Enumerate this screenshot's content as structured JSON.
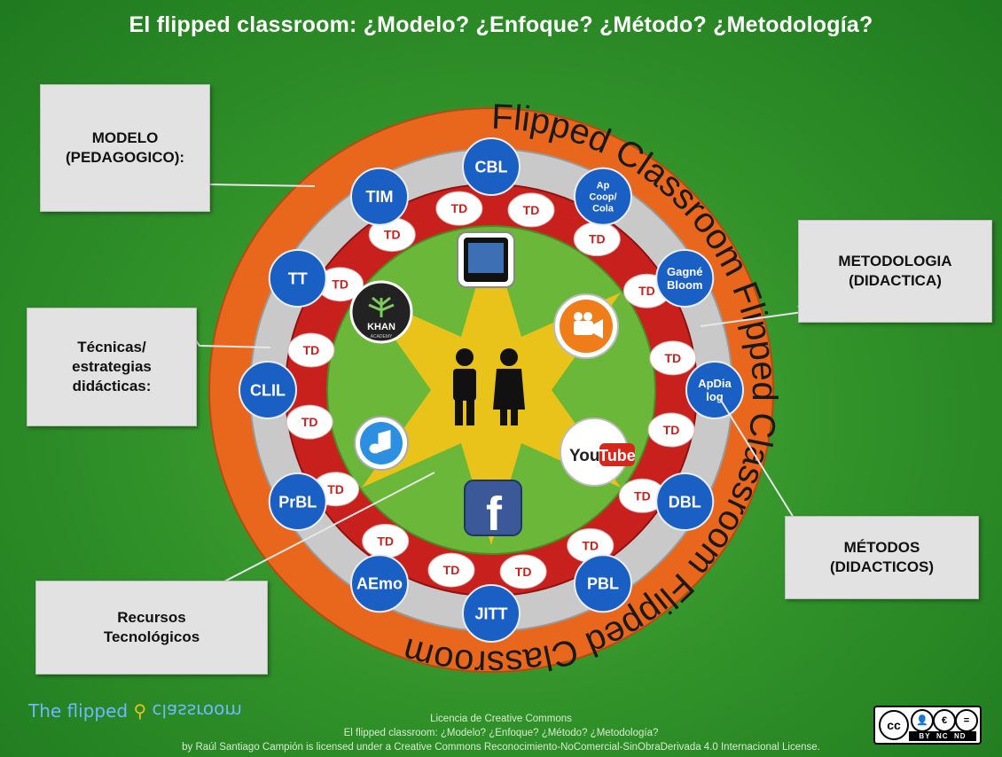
{
  "title": "El flipped classroom: ¿Modelo? ¿Enfoque? ¿Método? ¿Metodología?",
  "ring_words": [
    "Flipped",
    "Classroom",
    "Flipped",
    "Classroom",
    "Flipped",
    "Classroom"
  ],
  "methods": [
    "CBL",
    "Ap\nCoop/\nCola",
    "Gagné\nBloom",
    "ApDia\nlog",
    "DBL",
    "PBL",
    "JITT",
    "AEmo",
    "PrBL",
    "CLIL",
    "TT",
    "TIM"
  ],
  "td_label": "TD",
  "resources": {
    "khan": "KHAN",
    "khan_sub": "ACADEMY",
    "youtube_you": "You",
    "youtube_tube": "Tube",
    "facebook": "f"
  },
  "labels": {
    "modelo": "MODELO\n(PEDAGOGICO):",
    "metodologia": "METODOLOGIA\n(DIDACTICA)",
    "tecnicas": "Técnicas/\nestrategias\ndidácticas:",
    "metodos": "MÉTODOS\n(DIDACTICOS)",
    "recursos": "Recursos\nTecnológicos"
  },
  "footer": {
    "brand_left": "The flipped",
    "brand_right": "classroom",
    "license_title": "Licencia de Creative Commons",
    "license_line2": "El flipped classroom: ¿Modelo? ¿Enfoque? ¿Método? ¿Metodología?",
    "license_line3": "by Raúl Santiago Campión is licensed under a Creative Commons Reconocimiento-NoComercial-SinObraDerivada 4.0 Internacional License.",
    "cc_main": "cc",
    "cc_by": "BY",
    "cc_nc": "NC",
    "cc_nd": "ND"
  },
  "colors": {
    "background": "#2f8f28",
    "orange_ring": "#e8671c",
    "grey_ring": "#c9c9c9",
    "red_ring": "#c8201c",
    "inner_green": "#6ab73a",
    "star": "#e9c21a",
    "method_circle": "#1a5fc4",
    "td_pill": "#ffffff",
    "label_box": "#e2e2e2",
    "title": "#ffffff"
  }
}
